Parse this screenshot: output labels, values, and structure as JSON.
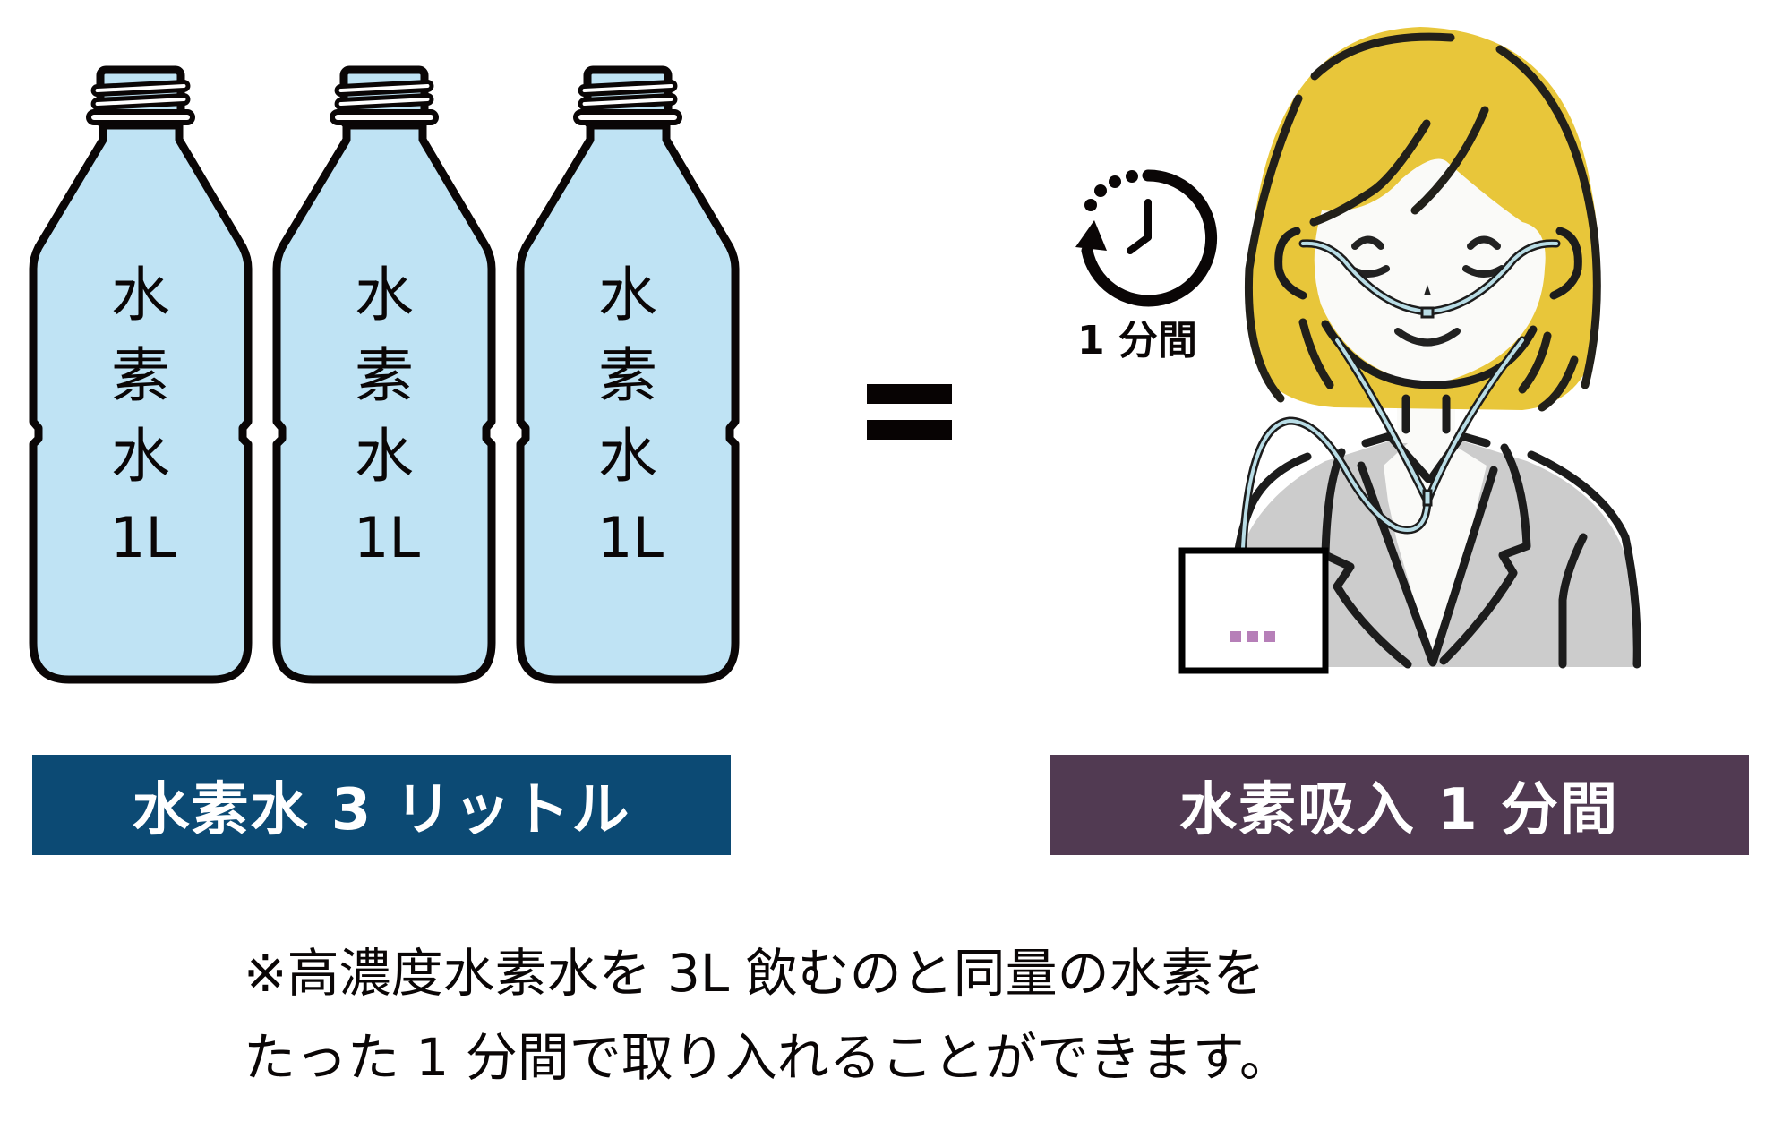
{
  "colors": {
    "bottle_fill": "#bfe3f4",
    "outline": "#0a0606",
    "banner_left_bg": "#0c4a74",
    "banner_right_bg": "#513a52",
    "hair": "#e8c63a",
    "skin": "#fafaf8",
    "suit": "#cccccc",
    "tube": "#b9dde6",
    "device_dots": "#b67fb8"
  },
  "bottles": [
    {
      "lines": [
        "水",
        "素",
        "水"
      ],
      "volume": "1L"
    },
    {
      "lines": [
        "水",
        "素",
        "水"
      ],
      "volume": "1L"
    },
    {
      "lines": [
        "水",
        "素",
        "水"
      ],
      "volume": "1L"
    }
  ],
  "equals_sign": "=",
  "timer": {
    "icon": "clock-rewind-icon",
    "label": "1 分間"
  },
  "illustration": {
    "person": "woman-with-nasal-cannula",
    "device": "hydrogen-inhaler-device",
    "device_indicator": "..."
  },
  "banners": {
    "left": "水素水 3 リットル",
    "right": "水素吸入 1 分間"
  },
  "caption": {
    "line1": "※高濃度水素水を 3L 飲むのと同量の水素を",
    "line2": "たった 1 分間で取り入れることができます。"
  }
}
